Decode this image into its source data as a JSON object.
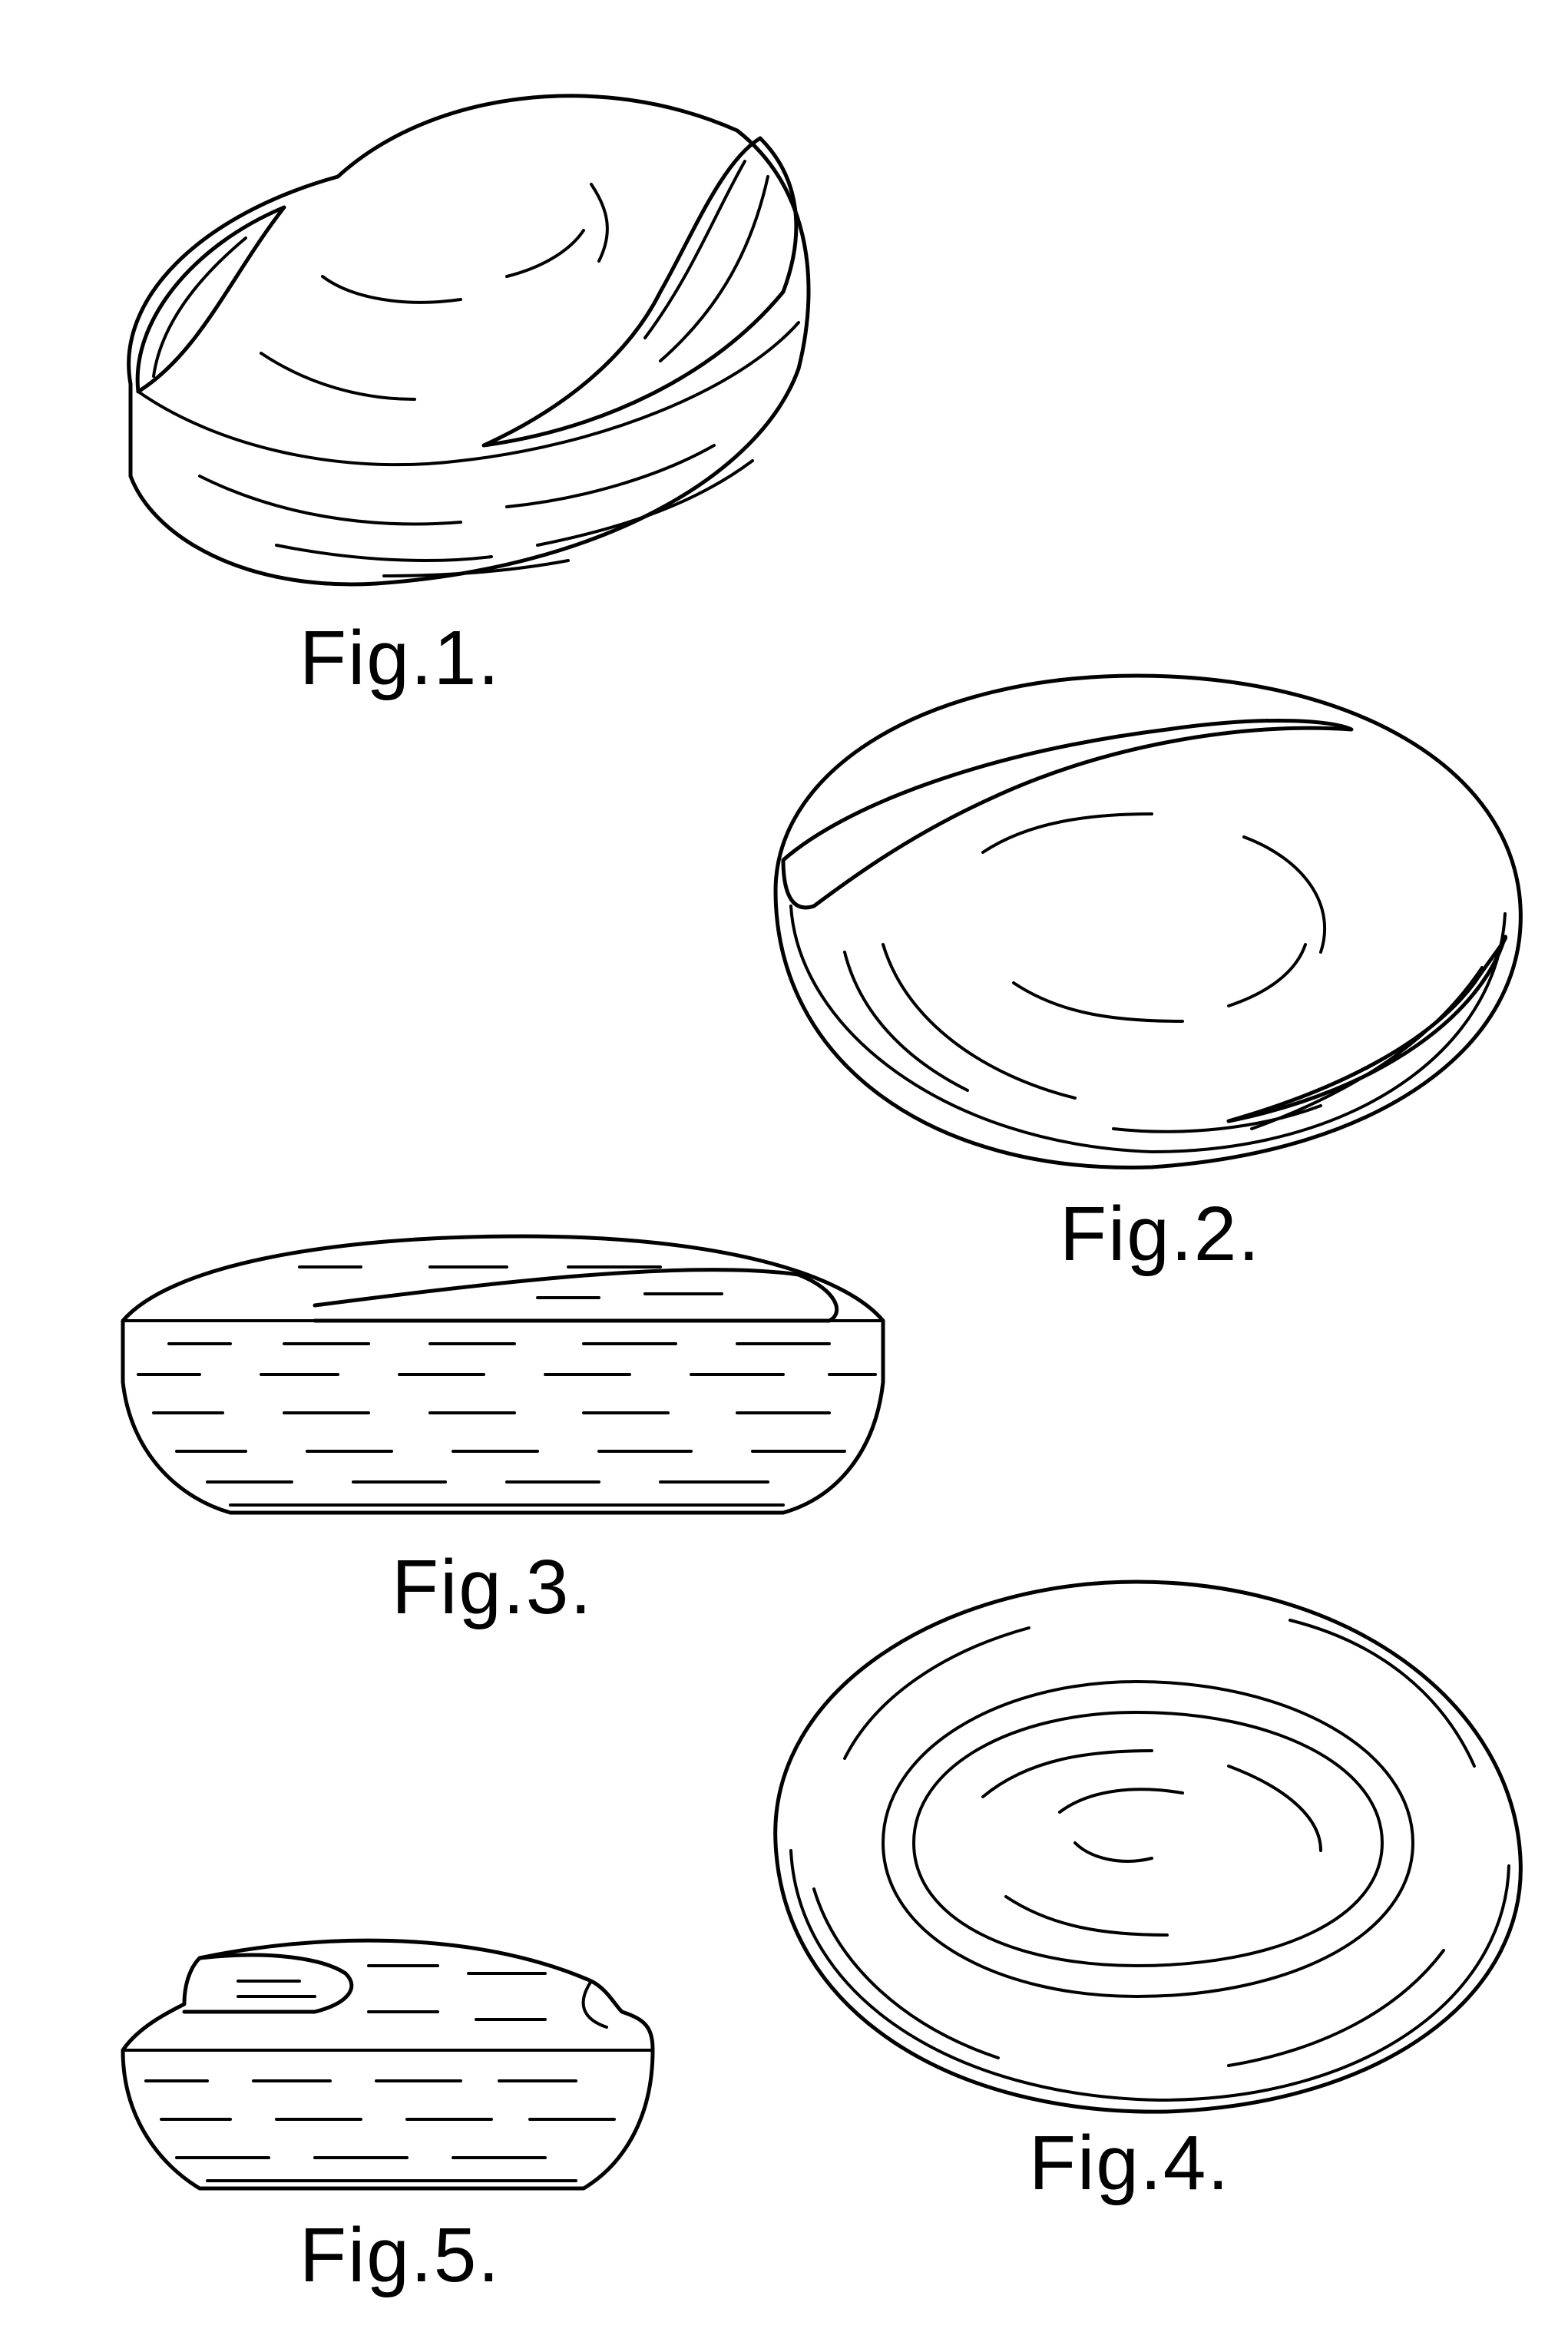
{
  "figures": [
    {
      "id": "fig1",
      "caption": "Fig.1."
    },
    {
      "id": "fig2",
      "caption": "Fig.2."
    },
    {
      "id": "fig3",
      "caption": "Fig.3."
    },
    {
      "id": "fig4",
      "caption": "Fig.4."
    },
    {
      "id": "fig5",
      "caption": "Fig.5."
    }
  ]
}
